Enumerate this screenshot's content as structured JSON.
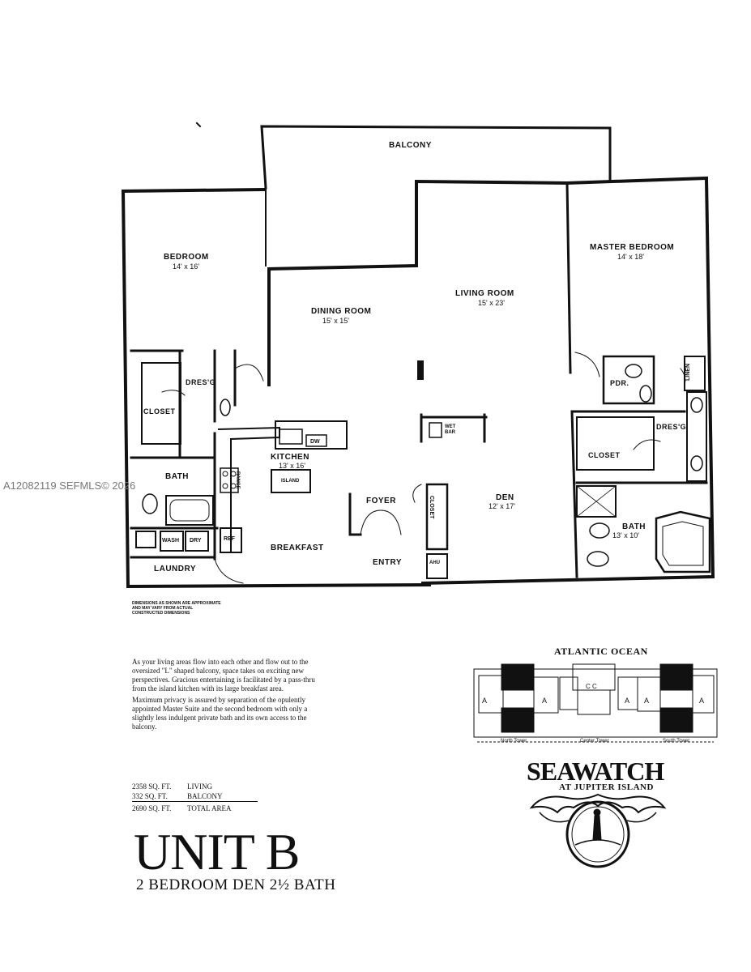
{
  "watermark": "A12082119  SEFMLS© 2026",
  "rooms": {
    "balcony": {
      "label": "BALCONY"
    },
    "bedroom": {
      "label": "BEDROOM",
      "dim": "14' x 16'"
    },
    "master_bedroom": {
      "label": "MASTER BEDROOM",
      "dim": "14' x 18'"
    },
    "dining_room": {
      "label": "DINING ROOM",
      "dim": "15' x 15'"
    },
    "living_room": {
      "label": "LIVING ROOM",
      "dim": "15' x 23'"
    },
    "dressing_left": {
      "label": "DRES'G"
    },
    "closet_left": {
      "label": "CLOSET"
    },
    "pdr": {
      "label": "PDR."
    },
    "linen": {
      "label": "LINEN"
    },
    "dressing_right": {
      "label": "DRES'G"
    },
    "closet_right": {
      "label": "CLOSET"
    },
    "wet_bar": {
      "label": "WET BAR"
    },
    "dw": {
      "label": "DW"
    },
    "kitchen": {
      "label": "KITCHEN",
      "dim": "13' x 16'"
    },
    "range": {
      "label": "RANGE"
    },
    "island": {
      "label": "ISLAND"
    },
    "bath_left": {
      "label": "BATH"
    },
    "foyer": {
      "label": "FOYER"
    },
    "closet_foyer": {
      "label": "CLOSET"
    },
    "den": {
      "label": "DEN",
      "dim": "12' x 17'"
    },
    "master_bath": {
      "label": "BATH",
      "dim": "13' x 10'"
    },
    "wash": {
      "label": "WASH"
    },
    "dry": {
      "label": "DRY"
    },
    "ref": {
      "label": "REF"
    },
    "breakfast": {
      "label": "BREAKFAST"
    },
    "laundry": {
      "label": "LAUNDRY"
    },
    "entry": {
      "label": "ENTRY"
    },
    "ahu": {
      "label": "AHU"
    }
  },
  "dimensions_note": "DIMENSIONS AS SHOWN ARE APPROXIMATE AND MAY VARY FROM ACTUAL CONSTRUCTED DIMENSIONS",
  "description": {
    "p1": "As your living areas flow into each other and flow out to the oversized \"L\" shaped balcony, space takes on exciting new perspectives. Gracious entertaining is facilitated by a pass-thru from the island kitchen with its large breakfast area.",
    "p2": "Maximum privacy is assured by separation of the opulently appointed Master Suite and the second bedroom with only a slightly less indulgent private bath and its own access to the balcony."
  },
  "areas": [
    {
      "sqft": "2358 SQ. FT.",
      "label": "LIVING"
    },
    {
      "sqft": "332 SQ. FT.",
      "label": "BALCONY"
    },
    {
      "sqft": "2690 SQ. FT.",
      "label": "TOTAL AREA"
    }
  ],
  "unit_title": "UNIT B",
  "unit_subtitle": "2 BEDROOM  DEN  2½ BATH",
  "site_plan": {
    "ocean": "ATLANTIC OCEAN",
    "towers": [
      "North Tower",
      "Center Tower",
      "South Tower"
    ]
  },
  "brand": {
    "name": "SEAWATCH",
    "sub": "AT JUPITER ISLAND"
  }
}
